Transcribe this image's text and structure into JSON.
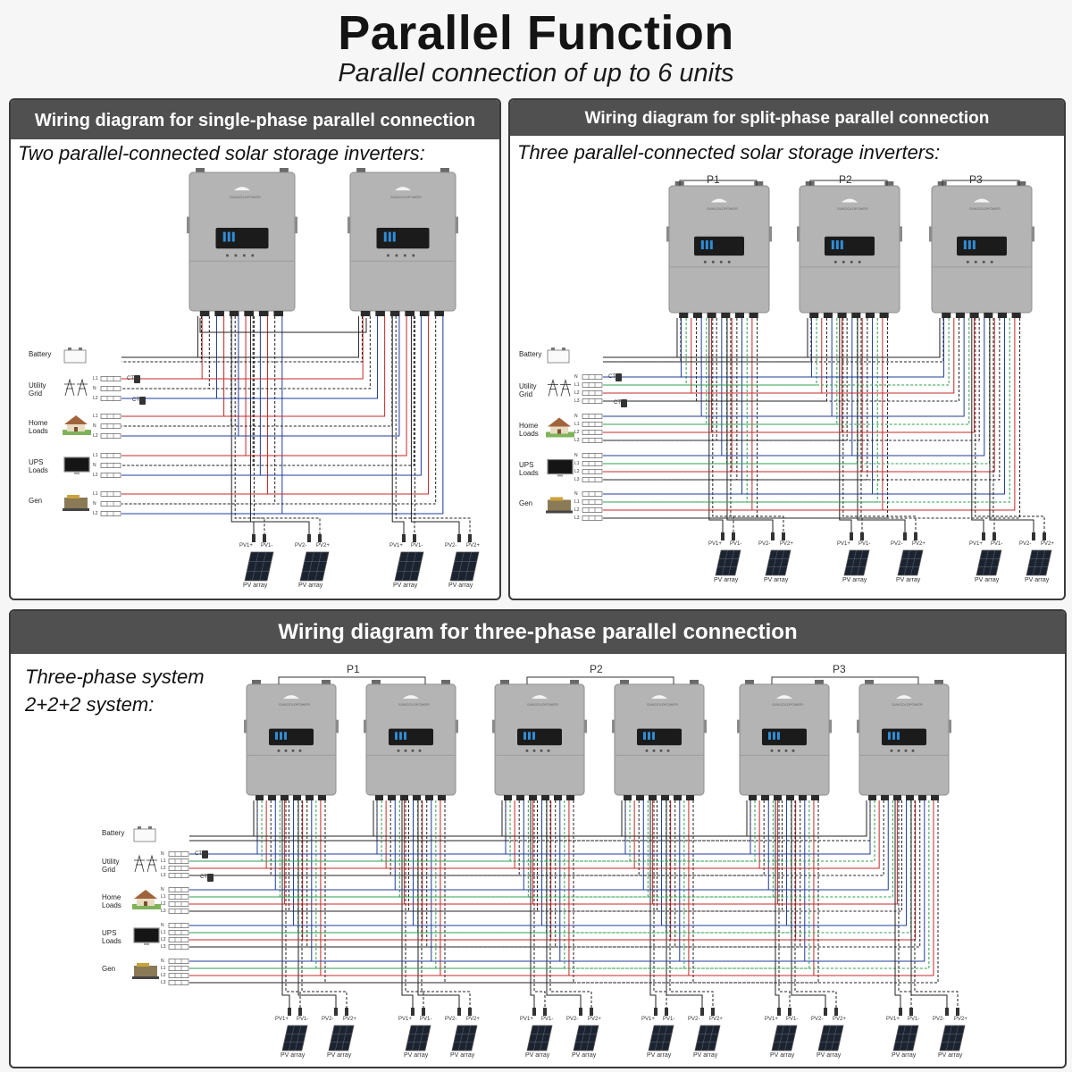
{
  "header": {
    "title": "Parallel Function",
    "subtitle": "Parallel connection of up to 6 units"
  },
  "panels": {
    "single": {
      "title": "Wiring diagram for single-phase parallel connection",
      "subtitle": "Two parallel-connected solar storage inverters:"
    },
    "split": {
      "title": "Wiring diagram for split-phase parallel connection",
      "subtitle": "Three parallel-connected solar storage inverters:",
      "groups": [
        "P1",
        "P2",
        "P3"
      ]
    },
    "three": {
      "title": "Wiring diagram for three-phase parallel connection",
      "subtitle": "Three-phase system\n2+2+2 system:",
      "groups": [
        "P1",
        "P2",
        "P3"
      ]
    }
  },
  "labels": {
    "battery": "Battery",
    "grid": "Utility\nGrid",
    "home": "Home\nLoads",
    "ups": "UPS\nLoads",
    "gen": "Gen",
    "ct": "CT",
    "pv1p": "PV1+",
    "pv1m": "PV1-",
    "pv2m": "PV2-",
    "pv2p": "PV2+",
    "pv_array": "PV array",
    "brand": "SUNGOLDPOWER"
  },
  "lines": {
    "single": [
      "L1",
      "N",
      "L2"
    ],
    "split": [
      "N",
      "L1",
      "L2",
      "L3"
    ],
    "three": [
      "N",
      "L1",
      "L2",
      "L3"
    ]
  },
  "colors": {
    "red": "#c62828",
    "blue": "#1f3d99",
    "green": "#2e9e4f",
    "black": "#222222",
    "header": "#505050",
    "inverter": "#b4b4b4"
  }
}
